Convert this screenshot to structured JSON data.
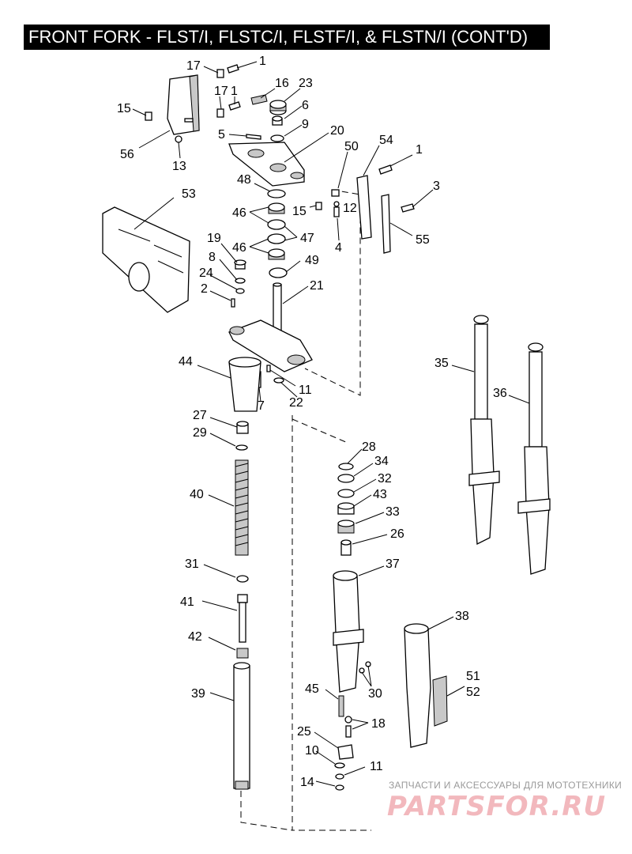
{
  "title": "FRONT FORK - FLST/I, FLSTC/I, FLSTF/I, & FLSTN/I (CONT'D)",
  "watermark": {
    "subtitle": "ЗАПЧАСТИ И АКСЕССУАРЫ ДЛЯ МОТОТЕХНИКИ",
    "logo": "PARTSFOR.RU"
  },
  "colors": {
    "title_bg": "#000000",
    "title_fg": "#ffffff",
    "watermark_logo": "#f2b8bd"
  },
  "callouts": [
    "1",
    "17",
    "16",
    "23",
    "15",
    "17",
    "1",
    "6",
    "9",
    "5",
    "20",
    "56",
    "13",
    "50",
    "54",
    "1",
    "48",
    "3",
    "46",
    "15",
    "12",
    "47",
    "53",
    "4",
    "55",
    "19",
    "46",
    "49",
    "8",
    "24",
    "21",
    "2",
    "35",
    "44",
    "36",
    "11",
    "22",
    "7",
    "27",
    "29",
    "28",
    "34",
    "32",
    "40",
    "43",
    "33",
    "26",
    "31",
    "37",
    "41",
    "42",
    "38",
    "45",
    "30",
    "51",
    "52",
    "39",
    "18",
    "25",
    "10",
    "11",
    "14"
  ]
}
